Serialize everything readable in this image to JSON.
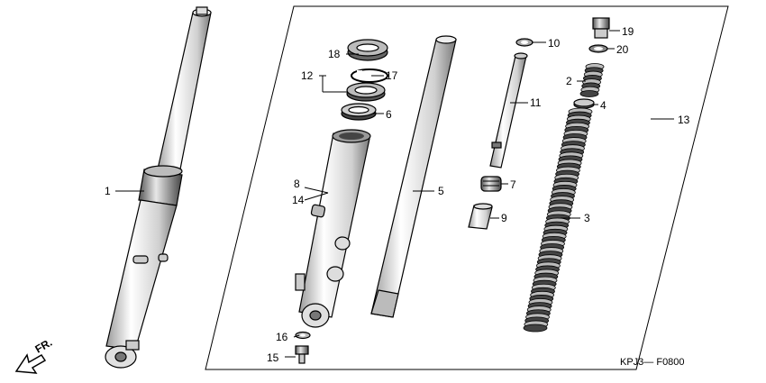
{
  "diagram": {
    "part_numbers": {
      "p1": "1",
      "p2": "2",
      "p3": "3",
      "p4": "4",
      "p5": "5",
      "p6": "6",
      "p7": "7",
      "p8": "8",
      "p9": "9",
      "p10": "10",
      "p11": "11",
      "p12": "12",
      "p13": "13",
      "p14": "14",
      "p15": "15",
      "p16": "16",
      "p17": "17",
      "p18": "18",
      "p19": "19",
      "p20": "20"
    },
    "direction_label": "FR.",
    "figure_code": "KPJ3— F0800"
  }
}
